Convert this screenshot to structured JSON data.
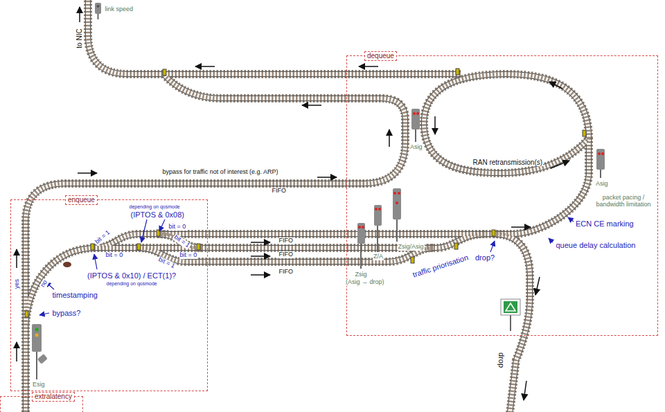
{
  "diagram": {
    "nodes": [
      {
        "text": [
          "dequeue"
        ]
      },
      {
        "text": [
          "enqueue"
        ]
      },
      {
        "text": [
          "extralatency"
        ]
      }
    ],
    "labels": [
      "to NIC",
      "link speed",
      "Asig",
      "bypass for traffic not of interest (e.g. ARP)",
      "FIFO",
      "RAN retransmission(s)",
      "Asig",
      "packet pacing / bandwidth limitation",
      "depending on qosmode",
      "(IPTOS & 0x08)",
      "bit = 1",
      "bit = 0",
      "bit = 0",
      "bit = 1",
      "bit = 0",
      "bit = 1",
      "(IPTOS & 0x10) / ECT(1)?",
      "depending on qosmode",
      "FIFO",
      "FIFO",
      "FIFO",
      "no",
      "yes",
      "timestamping",
      "bypass?",
      "Esig",
      "Zsig",
      "(Asig → drop)",
      "Z/A",
      "Zsig/Asig",
      "traffic priorisation",
      "drop?",
      "ECN CE marking",
      "queue delay calculation",
      "drop"
    ]
  }
}
